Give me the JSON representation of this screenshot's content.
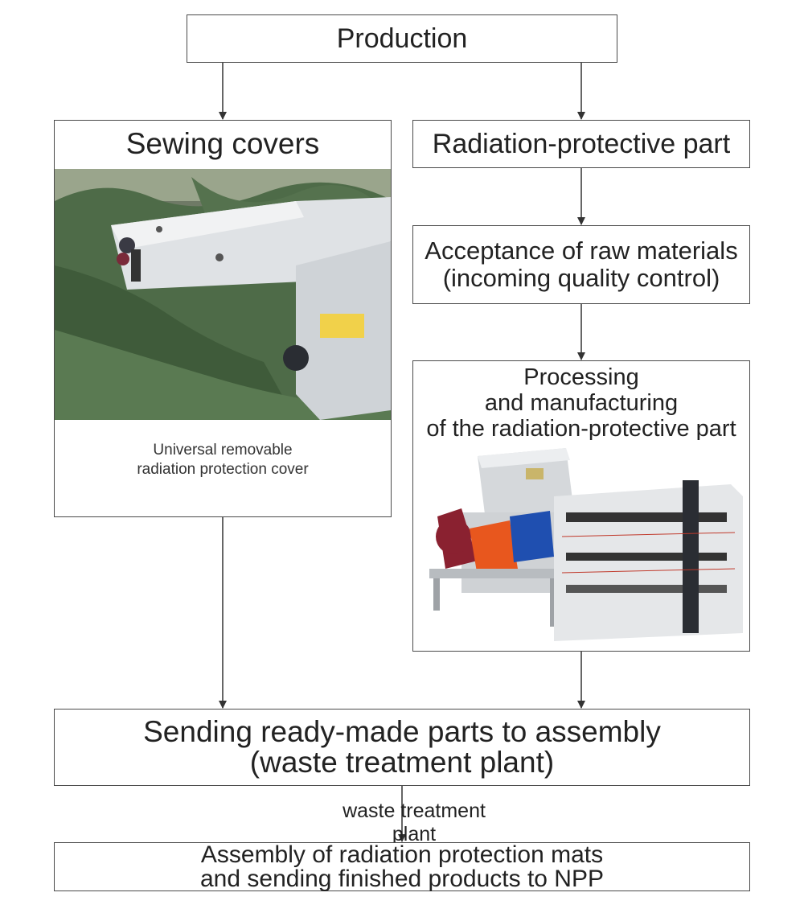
{
  "nodes": {
    "production": "Production",
    "sewing_covers": {
      "title": "Sewing covers",
      "caption_line1": "Universal removable",
      "caption_line2": "radiation protection cover"
    },
    "radiation_part": "Radiation-protective part",
    "acceptance": {
      "line1": "Acceptance of raw materials",
      "line2": "(incoming quality control)"
    },
    "processing": {
      "line1": "Processing",
      "line2": "and manufacturing",
      "line3": "of the radiation-protective part"
    },
    "sending": {
      "line1": "Sending ready-made parts to assembly",
      "line2": "(waste treatment plant)"
    },
    "assembly": {
      "line1": "Assembly of radiation protection mats",
      "line2": "and sending finished products to NPP"
    }
  },
  "edge_labels": {
    "sending_to_assembly": "waste treatment plant"
  },
  "colors": {
    "border": "#4a4a4a",
    "text": "#222222",
    "fabric_green": "#4e6b48",
    "machine_grey": "#d9dcdf",
    "motor_blue": "#1f4fb0",
    "gearbox_orange": "#e8571e",
    "gear_red": "#8a2130"
  }
}
